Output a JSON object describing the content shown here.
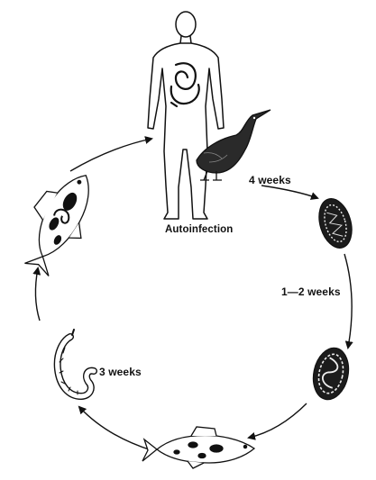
{
  "labels": {
    "autoinfection": "Autoinfection",
    "four_weeks": "4 weeks",
    "one_two_weeks": "1—2 weeks",
    "three_weeks": "3 weeks"
  },
  "colors": {
    "ink": "#111111",
    "paper": "#ffffff"
  },
  "icons": {
    "host": "human-figure-icon",
    "bird": "bird-icon",
    "egg_unembryonated": "egg-icon",
    "egg_embryonated": "embryonated-egg-icon",
    "fish_small": "fish-icon",
    "larva": "larva-worm-icon",
    "fish_large": "fish-icon"
  }
}
